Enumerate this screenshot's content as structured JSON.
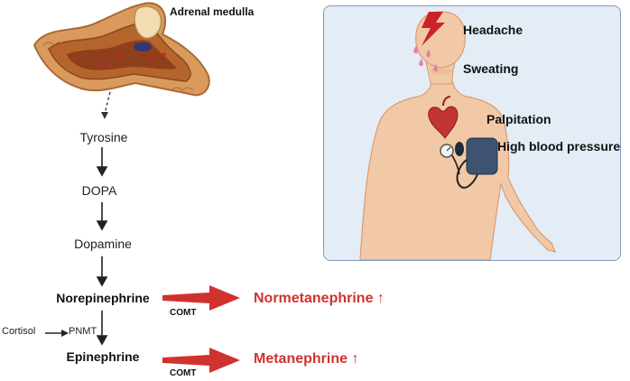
{
  "gland": {
    "label": "Adrenal medulla"
  },
  "pathway": {
    "steps": [
      "Tyrosine",
      "DOPA",
      "Dopamine",
      "Norepinephrine",
      "Epinephrine"
    ],
    "cofactor": "Cortisol",
    "enzyme_pnmt": "PNMT",
    "enzyme_comt": "COMT"
  },
  "metabolites": {
    "normetanephrine": "Normetanephrine ↑",
    "metanephrine": "Metanephrine ↑"
  },
  "symptoms": [
    "Headache",
    "Sweating",
    "Palpitation",
    "High blood pressure"
  ],
  "colors": {
    "arrow_red": "#d0322e",
    "panel_bg": "#e4ecf5",
    "panel_border": "#7f9cc0",
    "skin": "#f2c9a6"
  },
  "icons": [
    "adrenal-gland-icon",
    "human-torso-icon",
    "lightning-icon",
    "sweat-drop-icon",
    "heart-icon",
    "blood-pressure-cuff-icon"
  ]
}
